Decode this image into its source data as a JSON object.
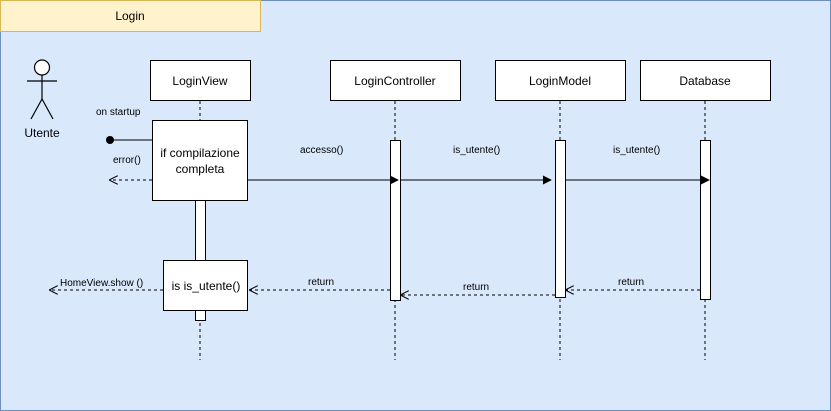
{
  "frame": {
    "title": "Login",
    "colors": {
      "background": "#dae8fc",
      "border": "#6c8ebf",
      "title_fill": "#fff2cc",
      "title_border": "#d6b656"
    }
  },
  "actor": {
    "label": "Utente"
  },
  "lifelines": {
    "login_view": "LoginView",
    "login_controller": "LoginController",
    "login_model": "LoginModel",
    "database": "Database"
  },
  "boxes": {
    "validation": {
      "line1": "if compilazione",
      "line2": "completa"
    },
    "check": "is is_utente()"
  },
  "messages": {
    "on_startup": "on startup",
    "error": "error()",
    "accesso": "accesso()",
    "is_utente_model": "is_utente()",
    "is_utente_db": "is_utente()",
    "return_controller": "return",
    "return_model": "return",
    "return_db": "return",
    "home_view_show": "HomeView.show ()"
  }
}
